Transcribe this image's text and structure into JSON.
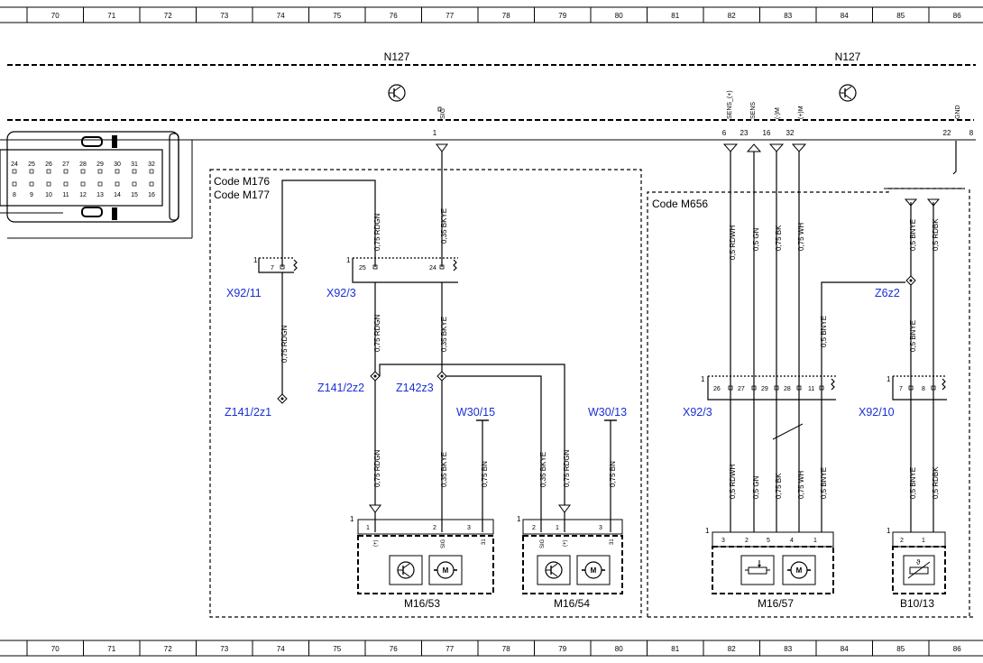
{
  "grid": {
    "columns": [
      "70",
      "71",
      "72",
      "73",
      "74",
      "75",
      "76",
      "77",
      "78",
      "79",
      "80",
      "81",
      "82",
      "83",
      "84",
      "85",
      "86"
    ]
  },
  "control_unit": {
    "left_label": "N127",
    "right_label": "N127"
  },
  "connector_pins": {
    "top_row": [
      "24",
      "25",
      "26",
      "27",
      "28",
      "29",
      "30",
      "31",
      "32"
    ],
    "bottom_row": [
      "8",
      "9",
      "10",
      "11",
      "12",
      "13",
      "14",
      "15",
      "16"
    ]
  },
  "ecu_pins": {
    "sig": {
      "pin": "1",
      "name": "SIG"
    },
    "sens_plus": {
      "pin": "6",
      "name": "SENS_(+)"
    },
    "sens": {
      "pin": "23",
      "name": "SENS"
    },
    "m_minus": {
      "pin": "16",
      "name": "(-)M"
    },
    "m_plus": {
      "pin": "32",
      "name": "(+)M"
    },
    "gnd": {
      "pin": "22",
      "name": "GND"
    },
    "edge": {
      "pin": "8"
    }
  },
  "codes": {
    "m176": "Code M176",
    "m177": "Code M177",
    "m656": "Code M656"
  },
  "wires": {
    "rdgn_075": "0,75 RDGN",
    "bkye_035": "0,35 BKYE",
    "bn_075": "0,75 BN",
    "rdwh_05": "0,5 RDWH",
    "gn_05": "0,5 GN",
    "bk_075": "0,75 BK",
    "wh_075": "0,75 WH",
    "bnye_05": "0,5 BNYE",
    "rdbk_05": "0,5 RDBK"
  },
  "connectors": {
    "x92_11": {
      "label": "X92/11",
      "pins": [
        "7"
      ],
      "index": "1"
    },
    "x92_3_left": {
      "label": "X92/3",
      "pins": [
        "25",
        "24"
      ],
      "index": "1"
    },
    "x92_3_right": {
      "label": "X92/3",
      "pins": [
        "26",
        "27",
        "29",
        "28",
        "11"
      ],
      "index": "1"
    },
    "x92_10": {
      "label": "X92/10",
      "pins": [
        "7",
        "8"
      ],
      "index": "1"
    }
  },
  "splices": {
    "z141_2z1": "Z141/2z1",
    "z141_2z2": "Z141/2z2",
    "z142z3": "Z142z3",
    "z6z2": "Z6z2"
  },
  "grounds": {
    "w30_15": "W30/15",
    "w30_13": "W30/13"
  },
  "components": {
    "m16_53": {
      "label": "M16/53",
      "index": "1",
      "pins": [
        "1",
        "2",
        "3"
      ],
      "pin_names": [
        "(+)",
        "SIG",
        "31"
      ]
    },
    "m16_54": {
      "label": "M16/54",
      "index": "1",
      "pins": [
        "2",
        "1",
        "3"
      ],
      "pin_names": [
        "SIG",
        "(+)",
        "31"
      ]
    },
    "m16_57": {
      "label": "M16/57",
      "index": "1",
      "pins": [
        "3",
        "2",
        "5",
        "4",
        "1"
      ]
    },
    "b10_13": {
      "label": "B10/13",
      "index": "1",
      "pins": [
        "2",
        "1"
      ]
    }
  }
}
